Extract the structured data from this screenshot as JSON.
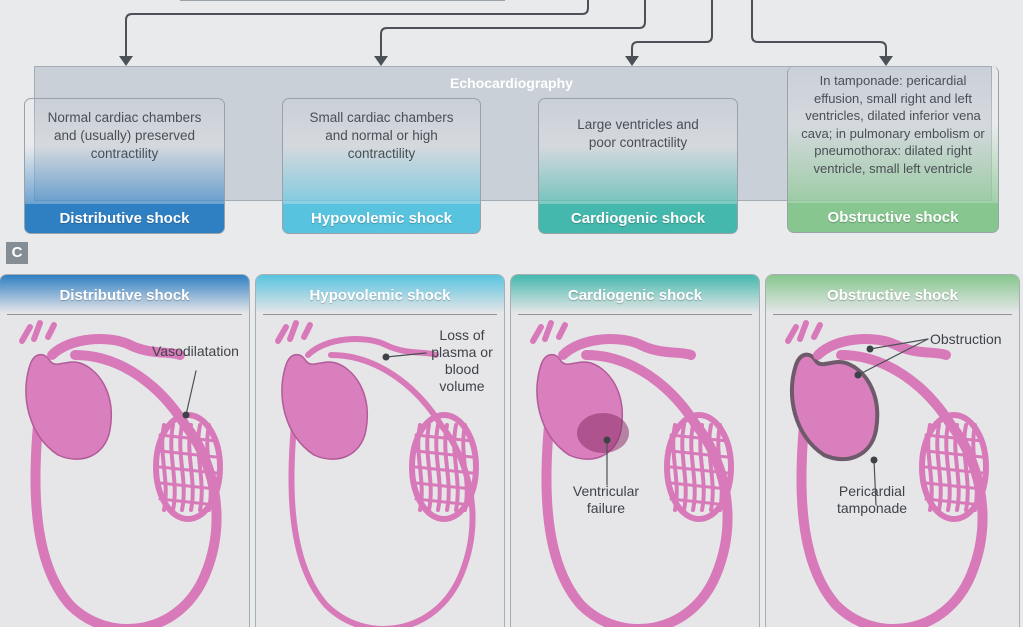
{
  "echo": {
    "title": "Echocardiography",
    "columns": [
      {
        "text": "Normal cardiac chambers and (usually) preserved contractility",
        "label": "Distributive shock",
        "color": "#2f7fc3"
      },
      {
        "text": "Small cardiac chambers and normal or high contractility",
        "label": "Hypovolemic shock",
        "color": "#58c3df"
      },
      {
        "text": "Large ventricles and poor contractility",
        "label": "Cardiogenic shock",
        "color": "#45b8ad"
      },
      {
        "text": "In tamponade: pericardial effusion, small right and left ventricles, dilated inferior vena cava; in pulmonary embolism or pneumothorax: dilated right ventricle, small left ventricle",
        "label": "Obstructive shock",
        "color": "#87c78f"
      }
    ]
  },
  "section_c": {
    "badge": "C",
    "panels": [
      {
        "title": "Distributive shock",
        "callout": "Vasodilatation"
      },
      {
        "title": "Hypovolemic shock",
        "callout": "Loss of plasma or blood volume"
      },
      {
        "title": "Cardiogenic shock",
        "callout": "Ventricular failure"
      },
      {
        "title": "Obstructive shock",
        "callout_top": "Obstruction",
        "callout_bottom": "Pericardial tamponade"
      }
    ]
  },
  "colors": {
    "heart": "#d97fbd",
    "heart_outline": "#b35a98",
    "vessel": "#d87ab9",
    "failure": "#8c2f6a",
    "connector": "#4b5157"
  }
}
